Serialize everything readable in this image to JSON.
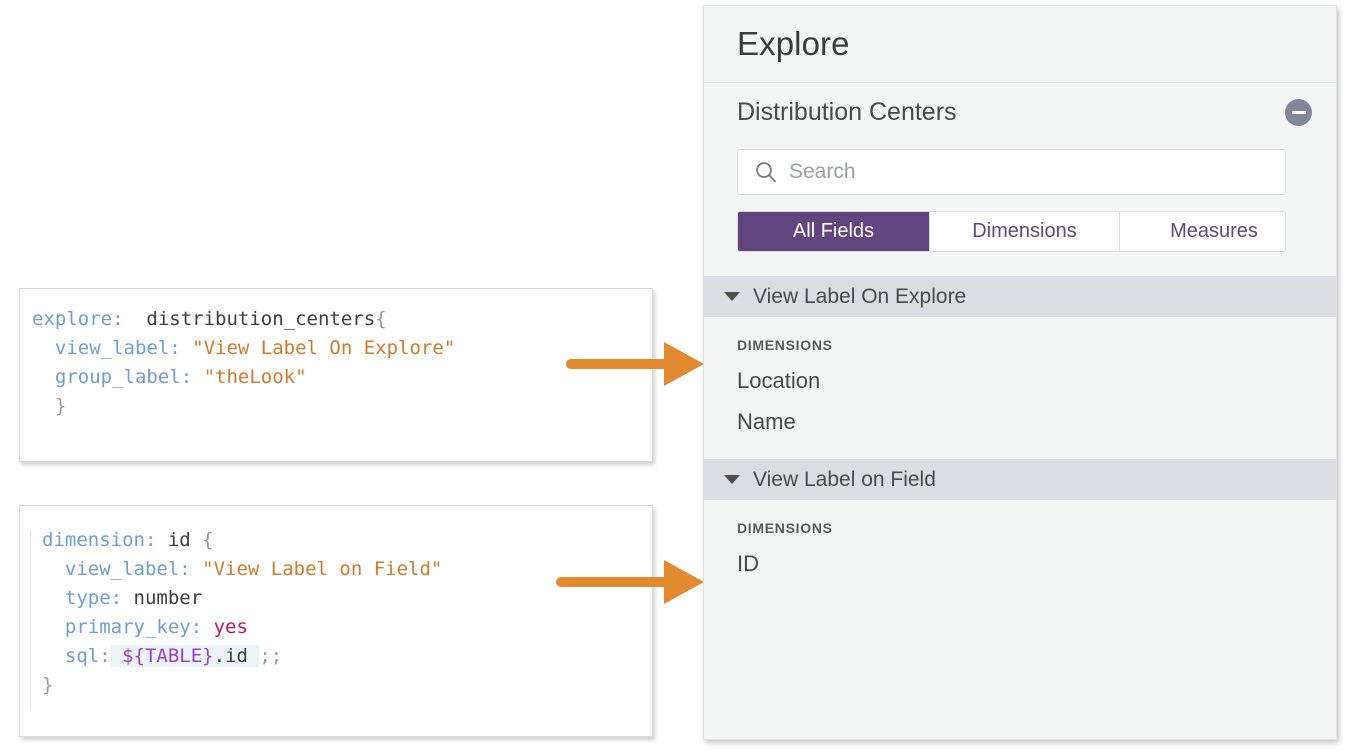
{
  "code_blocks": [
    {
      "name": "explore-snippet",
      "lines": [
        [
          {
            "t": "explore:",
            "c": "key"
          },
          {
            "t": "  distribution_centers",
            "c": "name"
          },
          {
            "t": "{",
            "c": "brace"
          }
        ],
        [
          {
            "t": "  view_label:",
            "c": "key"
          },
          {
            "t": " \"View Label On Explore\"",
            "c": "str"
          }
        ],
        [
          {
            "t": "  group_label:",
            "c": "key"
          },
          {
            "t": " \"theLook\"",
            "c": "str"
          }
        ],
        [
          {
            "t": "  }",
            "c": "brace"
          }
        ]
      ]
    },
    {
      "name": "dimension-snippet",
      "lines": [
        [
          {
            "t": "dimension:",
            "c": "key"
          },
          {
            "t": " id ",
            "c": "name"
          },
          {
            "t": "{",
            "c": "brace"
          }
        ],
        [
          {
            "t": "  view_label:",
            "c": "key"
          },
          {
            "t": " \"View Label on Field\"",
            "c": "str"
          }
        ],
        [
          {
            "t": "  type:",
            "c": "key"
          },
          {
            "t": " number",
            "c": "num"
          }
        ],
        [
          {
            "t": "  primary_key:",
            "c": "key"
          },
          {
            "t": " yes",
            "c": "yes"
          }
        ],
        [
          {
            "t": "  sql:",
            "c": "key"
          },
          {
            "t": " ${TABLE}",
            "c": "sql-hl"
          },
          {
            "t": ".id ",
            "c": "sql-rest"
          },
          {
            "t": ";;",
            "c": "semi"
          }
        ],
        [
          {
            "t": "}",
            "c": "brace"
          }
        ]
      ]
    }
  ],
  "arrows": [
    {
      "name": "arrow-to-view-label-on-explore",
      "color": "#e3892f"
    },
    {
      "name": "arrow-to-view-label-on-field",
      "color": "#e3892f"
    }
  ],
  "panel": {
    "title": "Explore",
    "view": {
      "name": "Distribution Centers",
      "collapse_icon": "minus-circle-icon"
    },
    "search": {
      "placeholder": "Search",
      "value": "",
      "icon": "search-icon"
    },
    "tabs": [
      {
        "label": "All Fields",
        "active": true
      },
      {
        "label": "Dimensions",
        "active": false
      },
      {
        "label": "Measures",
        "active": false
      }
    ],
    "groups": [
      {
        "label": "View Label On Explore",
        "expanded": true,
        "caret_icon": "chevron-down-icon",
        "section_label": "DIMENSIONS",
        "fields": [
          "Location",
          "Name"
        ]
      },
      {
        "label": "View Label on Field",
        "expanded": true,
        "caret_icon": "chevron-down-icon",
        "section_label": "DIMENSIONS",
        "fields": [
          "ID"
        ]
      }
    ]
  },
  "colors": {
    "accent_purple": "#61457f",
    "tab_text_purple": "#5c4a85",
    "arrow_orange": "#e3892f",
    "group_header_gray": "#dadee2",
    "panel_bg": "#f4f5f5",
    "collapse_icon_gray": "#7f879c",
    "code_key_blue": "#6f9fd0",
    "code_string_orange": "#cf7b2c"
  }
}
